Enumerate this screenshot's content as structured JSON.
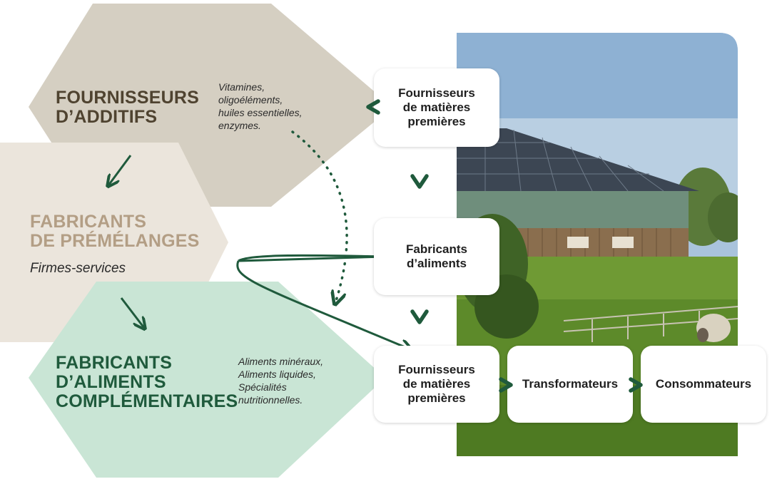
{
  "hexagons": {
    "additifs": {
      "title_line1": "FOURNISSEURS",
      "title_line2": "D’ADDITIFS",
      "note": [
        "Vitamines,",
        "oligoéléments,",
        "huiles essentielles,",
        "enzymes."
      ]
    },
    "premelanges": {
      "title_line1": "FABRICANTS",
      "title_line2": "DE PRÉMÉLANGES",
      "subtitle": "Firmes-services"
    },
    "complementaires": {
      "title_line1": "FABRICANTS",
      "title_line2": "D’ALIMENTS",
      "title_line3": "COMPLÉMENTAIRES",
      "note": [
        "Aliments minéraux,",
        "Aliments liquides,",
        "Spécialités",
        "nutritionnelles."
      ]
    }
  },
  "boxes": {
    "matieres_top": [
      "Fournisseurs",
      "de matières",
      "premières"
    ],
    "fabricants_aliments": [
      "Fabricants",
      "d’aliments"
    ],
    "matieres_bottom": [
      "Fournisseurs",
      "de matières",
      "premières"
    ],
    "transformateurs": "Transformateurs",
    "consommateurs": "Consommateurs"
  },
  "colors": {
    "hex_additifs": "#d5cfc2",
    "hex_premelanges": "#ebe5dc",
    "hex_complementaires": "#c9e5d5",
    "title_additifs": "#4f4330",
    "title_premelanges": "#b39e85",
    "title_complementaires": "#1f5a3c",
    "arrow": "#1f5a3c"
  }
}
